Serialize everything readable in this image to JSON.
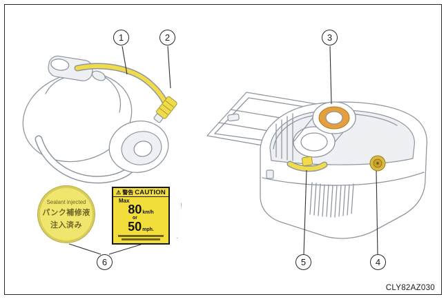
{
  "figure": {
    "image_code": "CLY82AZ030",
    "callouts": {
      "c1": "1",
      "c2": "2",
      "c3": "3",
      "c4": "4",
      "c5": "5",
      "c6": "6"
    },
    "sealant_label": {
      "line1": "Sealant injected",
      "line2": "パンク補修液",
      "line3": "注入済み"
    },
    "caution_label": {
      "warning_icon": "⚠",
      "warning_jp": "警告",
      "warning_en": "CAUTION",
      "max_label": "Max",
      "speed_kmh": "80",
      "unit_kmh": "km/h",
      "or_label": "or",
      "speed_mph": "50",
      "unit_mph": "mph."
    },
    "colors": {
      "accent_yellow": "#f0dc4a",
      "label_yellow": "#f2dd3b",
      "label_yellow_soft": "#f1e66d",
      "ring_orange": "#e59f3c",
      "cap_gold": "#dcb83f"
    }
  }
}
